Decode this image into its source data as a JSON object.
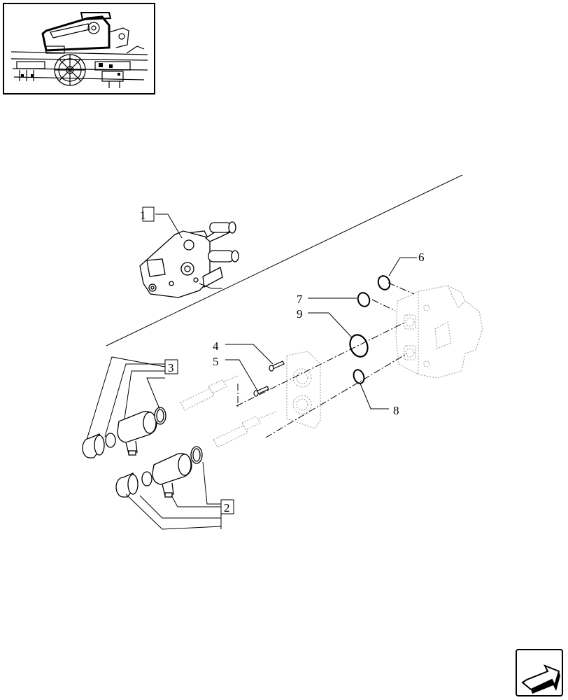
{
  "callouts": {
    "c1": "1",
    "c2": "2",
    "c3": "3",
    "c4": "4",
    "c5": "5",
    "c6": "6",
    "c7": "7",
    "c8": "8",
    "c9": "9"
  },
  "icons": {
    "thumbnail": "tractor-location-thumbnail",
    "navigation": "next-page-arrow-icon"
  },
  "colors": {
    "ink": "#000000",
    "ghost": "#999999",
    "paper": "#ffffff"
  }
}
